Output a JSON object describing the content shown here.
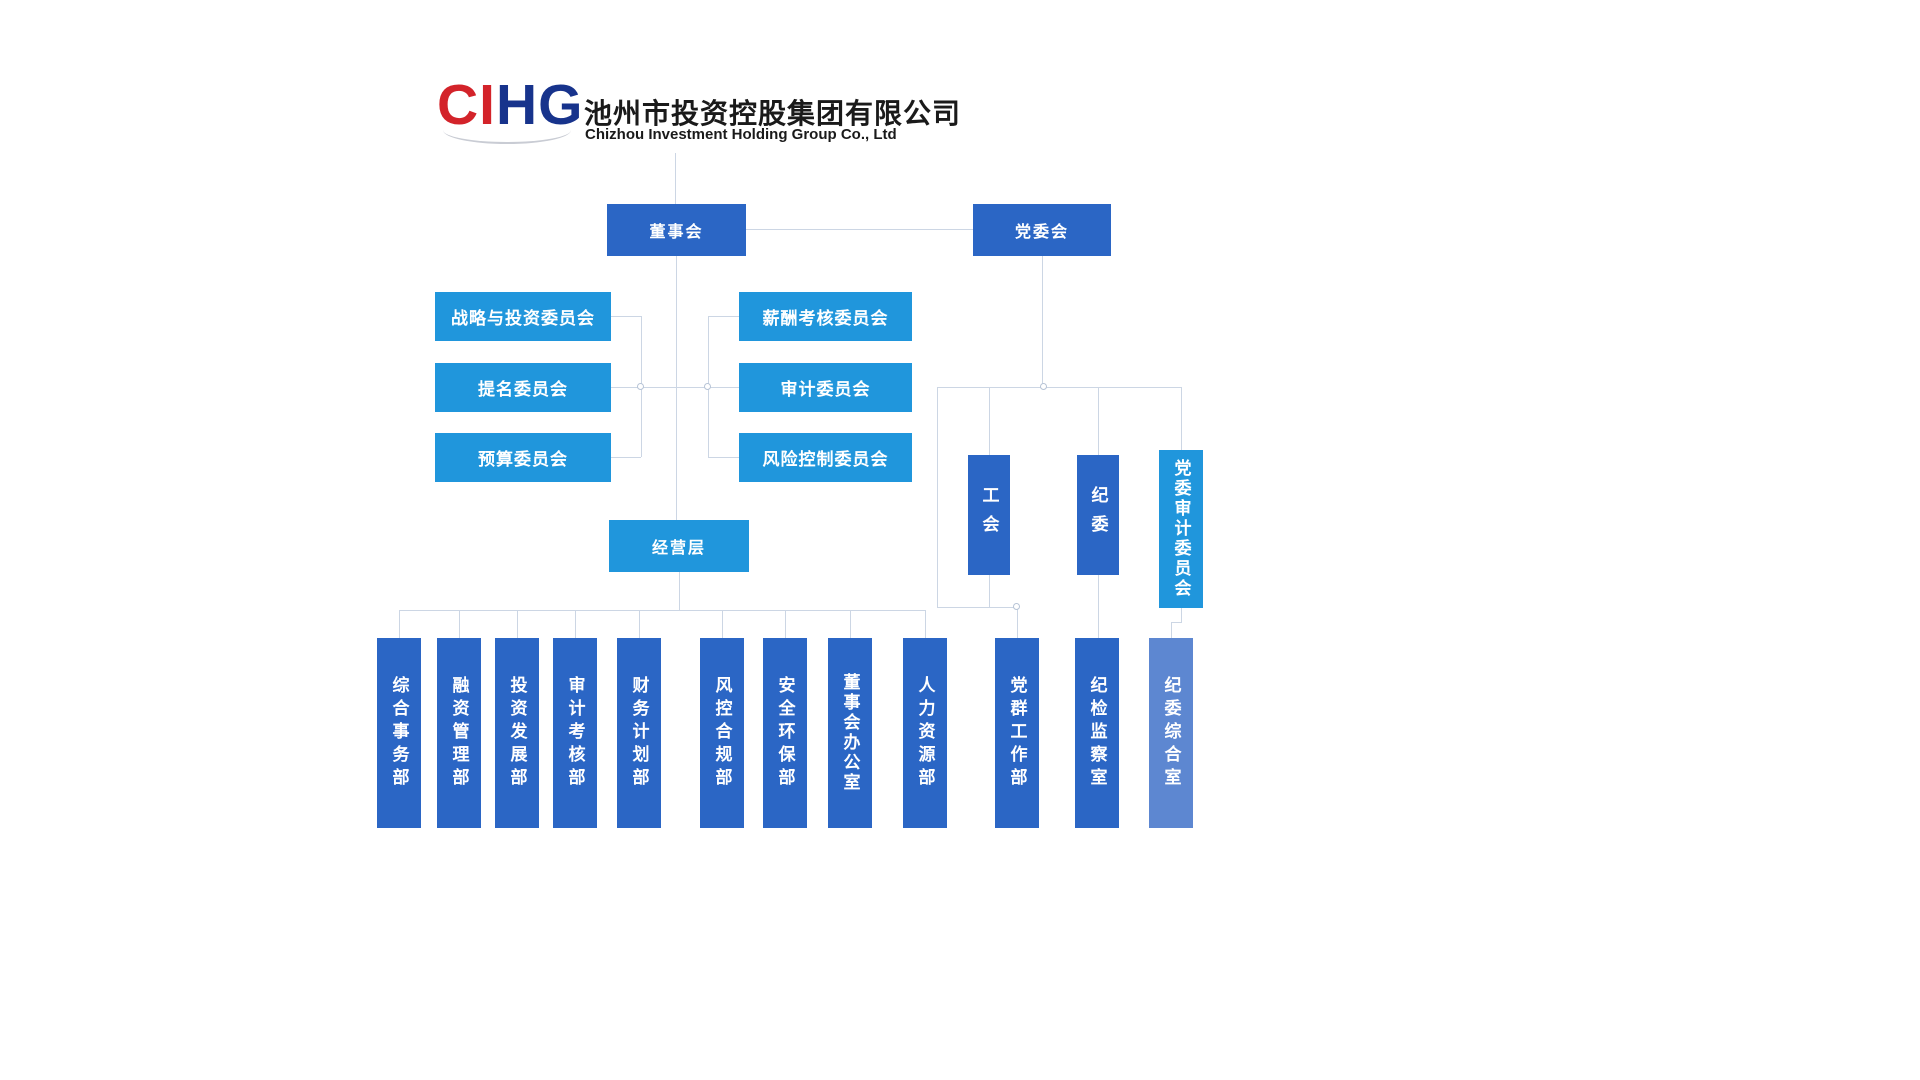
{
  "logo": {
    "brand_red": "CI",
    "brand_blue": "HG",
    "company_cn": "池州市投资控股集团有限公司",
    "company_en": "Chizhou Investment Holding Group Co., Ltd"
  },
  "chart": {
    "board": "董事会",
    "party_committee": "党委会",
    "board_committees_left": [
      "战略与投资委员会",
      "提名委员会",
      "预算委员会"
    ],
    "board_committees_right": [
      "薪酬考核委员会",
      "审计委员会",
      "风险控制委员会"
    ],
    "management": "经营层",
    "management_departments": [
      "综合事务部",
      "融资管理部",
      "投资发展部",
      "审计考核部",
      "财务计划部",
      "风控合规部",
      "安全环保部",
      "董事会办公室",
      "人力资源部"
    ],
    "party_organs": [
      "工会",
      "纪委",
      "党委审计委员会"
    ],
    "party_departments": [
      "党群工作部",
      "纪检监察室",
      "纪委综合室"
    ]
  },
  "colors": {
    "dark_blue": "#2b66c5",
    "light_blue": "#2096dc",
    "faded_blue": "#5d87d1",
    "connector": "#ccd6e4",
    "brand_red": "#d3232a",
    "brand_blue": "#17338c"
  }
}
